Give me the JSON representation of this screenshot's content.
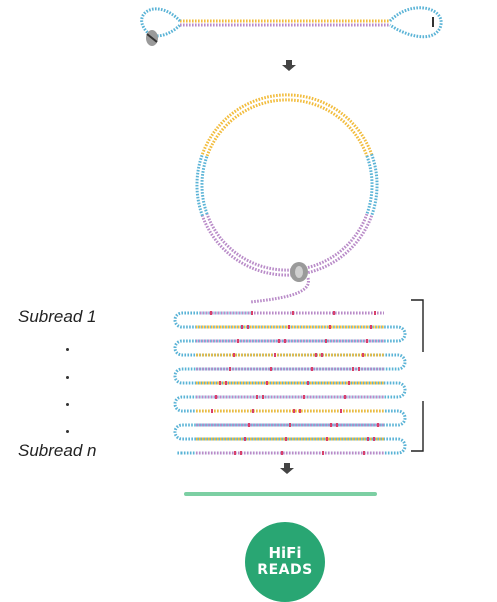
{
  "labels": {
    "subread_first": "Subread 1",
    "subread_last": "Subread n"
  },
  "badge": {
    "line1": "HiFi",
    "line2": "READS"
  },
  "colors": {
    "adapter": "#5ab3d6",
    "insert_forward": "#f2bc3c",
    "insert_reverse": "#b98bc8",
    "error_marks": "#d8406a",
    "consensus": "#7ccfa3",
    "badge": "#29a673",
    "arrow": "#444444",
    "bracket": "#222222",
    "polymerase": "#9a9a9a"
  },
  "icons": [
    "polymerase-icon",
    "arrow-down-icon",
    "bracket-icon"
  ]
}
